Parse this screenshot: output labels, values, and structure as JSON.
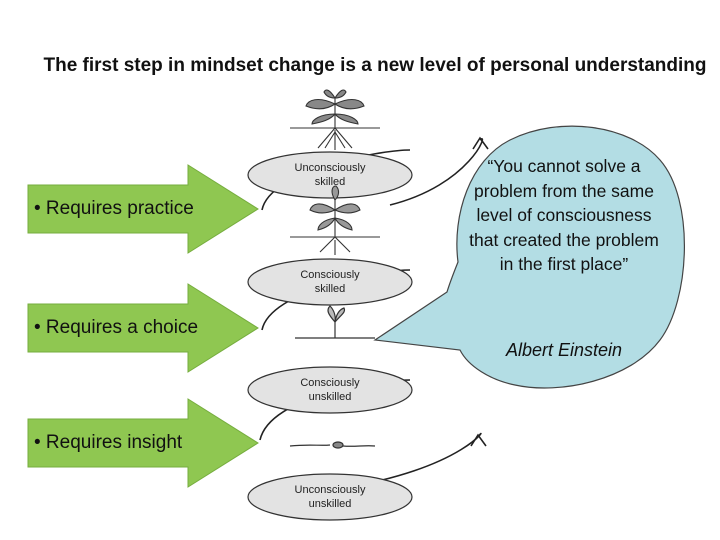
{
  "title": "The first step in mindset change is a new level of personal understanding",
  "arrows": [
    {
      "label": "• Requires practice"
    },
    {
      "label": "• Requires a choice"
    },
    {
      "label": "• Requires insight"
    }
  ],
  "stages": [
    {
      "line1": "Unconsciously",
      "line2": "skilled"
    },
    {
      "line1": "Consciously",
      "line2": "skilled"
    },
    {
      "line1": "Consciously",
      "line2": "unskilled"
    },
    {
      "line1": "Unconsciously",
      "line2": "unskilled"
    }
  ],
  "quote": {
    "text": "“You cannot solve a problem from the same level of consciousness that created the problem in the first place”",
    "author": "Albert Einstein"
  },
  "colors": {
    "arrow": "#8fc751",
    "bubble": "#b3dde4",
    "ellipse": "#e3e3e3"
  }
}
